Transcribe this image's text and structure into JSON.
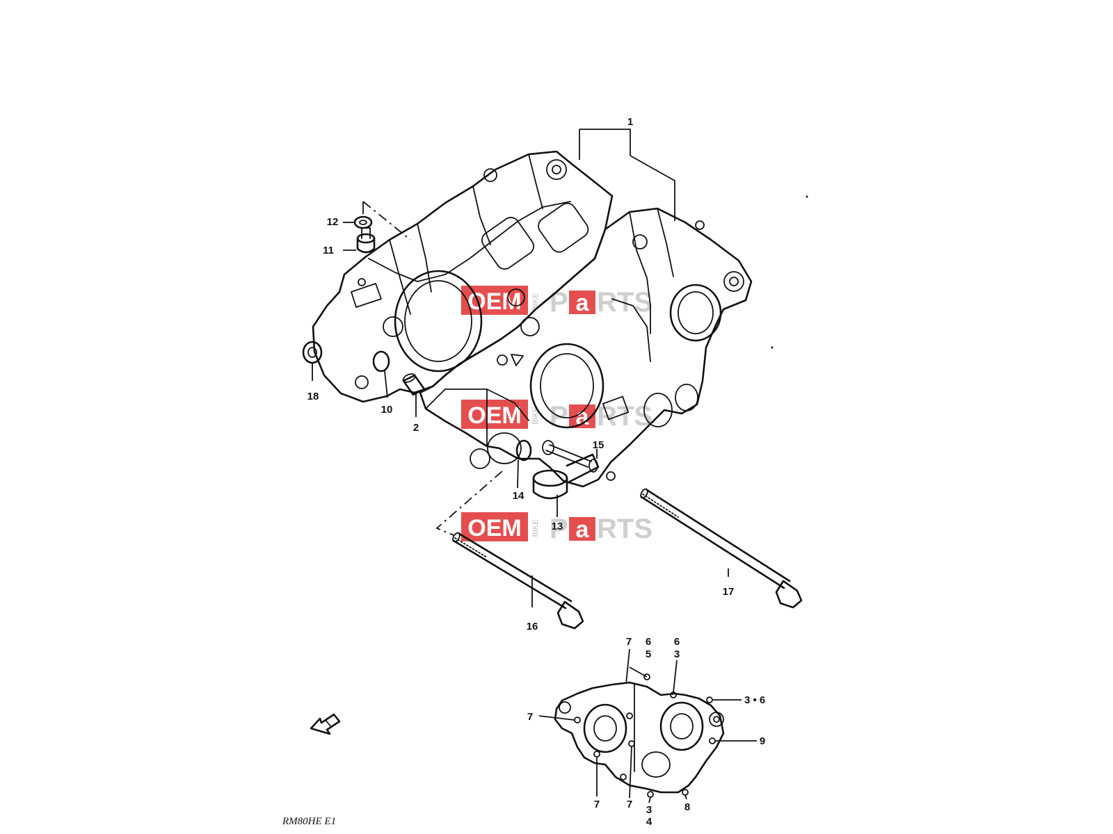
{
  "diagram_code": "RM80HE E1",
  "watermark": {
    "oem": "OEM",
    "bike": "BIKE",
    "parts_p": "P",
    "parts_a": "a",
    "parts_rest": "RTS",
    "accent_color": "#e23b3b",
    "gray_color": "#cfcfcf"
  },
  "labels": {
    "l1": "1",
    "l2": "2",
    "l10": "10",
    "l11": "11",
    "l12": "12",
    "l13": "13",
    "l14": "14",
    "l15": "15",
    "l16": "16",
    "l17": "17",
    "l18": "18",
    "i7a": "7",
    "i6a": "6",
    "i5": "5",
    "i6b": "6",
    "i3a": "3",
    "i36": "3 • 6",
    "i7b": "7",
    "i9": "9",
    "i7c": "7",
    "i7d": "7",
    "i3b": "3",
    "i4": "4",
    "i8": "8"
  },
  "icons": {
    "front_arrow": "front-direction-arrow-icon"
  }
}
